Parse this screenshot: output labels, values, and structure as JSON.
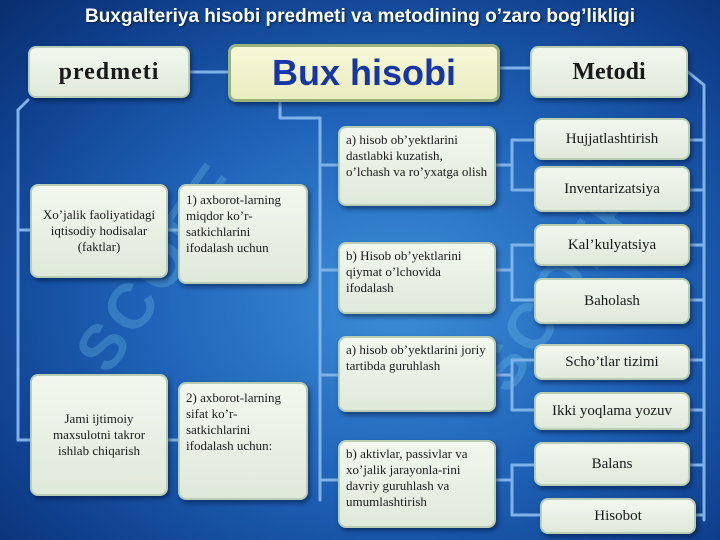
{
  "title": "Buxgalteriya hisobi predmeti va metodining o’zaro bog’likligi",
  "headers": {
    "predmeti": "predmeti",
    "center": "Bux hisobi",
    "metodi": "Metodi"
  },
  "left_boxes": [
    "Xo’jalik faoliyatidagi iqtisodiy hodisalar (faktlar)",
    "Jami ijtimoiy maxsulotni takror ishlab chiqarish"
  ],
  "mid_boxes": [
    "1) axborot-larning miqdor ko’r-satkichlarini ifodalash uchun",
    "2) axborot-larning sifat ko’r-satkichlarini ifodalash uchun:"
  ],
  "sub_boxes": [
    "a) hisob ob’yektlarini dastlabki kuzatish, o’lchash va ro’yxatga olish",
    "b) Hisob ob’yektlarini qiymat o’lchovida ifodalash",
    "a) hisob ob’yektlarini joriy tartibda guruhlash",
    "b) aktivlar, passivlar va xo’jalik jarayonla-rini davriy guruhlash va umumlashtirish"
  ],
  "methods": [
    "Hujjatlashtirish",
    "Inventarizatsiya",
    "Kal’kulyatsiya",
    "Baholash",
    "Scho’tlar tizimi",
    "Ikki yoqlama yozuv",
    "Balans",
    "Hisobot"
  ],
  "watermark": "SCOFF",
  "colors": {
    "background": "#1f63b8",
    "box": "#e6eee2",
    "connector": "#7fb2e6",
    "center_text": "#1535a8"
  }
}
